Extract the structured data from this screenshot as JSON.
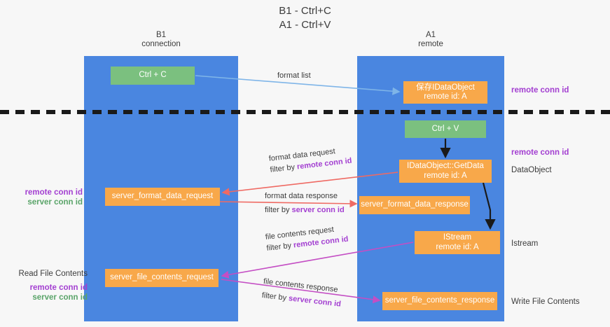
{
  "title": {
    "line1": "B1 - Ctrl+C",
    "line2": "A1 - Ctrl+V"
  },
  "lanes": [
    {
      "name": "B1",
      "sub": "connection",
      "color": "#4a86e0"
    },
    {
      "name": "A1",
      "sub": "remote",
      "color": "#4a86e0"
    }
  ],
  "boxes": {
    "ctrl_c": "Ctrl + C",
    "ctrl_v": "Ctrl + V",
    "save_idataobject_l1": "保存IDataObject",
    "save_idataobject_l2": "remote id: A",
    "getdata_l1": "IDataObject::GetData",
    "getdata_l2": "remote id: A",
    "istream_l1": "IStream",
    "istream_l2": "remote id: A",
    "server_format_data_request": "server_format_data_request",
    "server_format_data_response": "server_format_data_response",
    "server_file_contents_request": "server_file_contents_request",
    "server_file_contents_response": "server_file_contents_response"
  },
  "arrow_labels": {
    "format_list": "format list",
    "format_data_request": "format data request",
    "format_data_request_filter_prefix": "filter by ",
    "format_data_request_filter_key": "remote conn id",
    "format_data_response": "format data response",
    "format_data_response_filter_prefix": "filter by ",
    "format_data_response_filter_key": "server conn id",
    "file_contents_request": "file contents request",
    "file_contents_request_filter_prefix": "filter by ",
    "file_contents_request_filter_key": "remote conn id",
    "file_contents_response": "file contents response",
    "file_contents_response_filter_prefix": "filter by ",
    "file_contents_response_filter_key": "server conn id"
  },
  "annotations": {
    "left_remote_conn_id": "remote conn id",
    "left_server_conn_id": "server conn id",
    "read_file_contents": "Read File Contents",
    "left2_remote_conn_id": "remote conn id",
    "left2_server_conn_id": "server conn id",
    "right_remote_conn_id_top": "remote conn id",
    "right_remote_conn_id_mid": "remote conn id",
    "right_dataobject": "DataObject",
    "right_istream": "Istream",
    "right_write_file_contents": "Write File Contents"
  },
  "colors": {
    "lane": "#4a86e0",
    "green_box": "#7bc07f",
    "orange_box": "#f8a84a",
    "arrow_blue": "#7fb5e8",
    "arrow_red": "#ef6a63",
    "arrow_magenta": "#c44ec4",
    "arrow_black": "#1a1a1a",
    "remote_conn_id": "#a33fd1",
    "server_conn_id": "#5aa469",
    "separator": "#1a1a1a"
  }
}
